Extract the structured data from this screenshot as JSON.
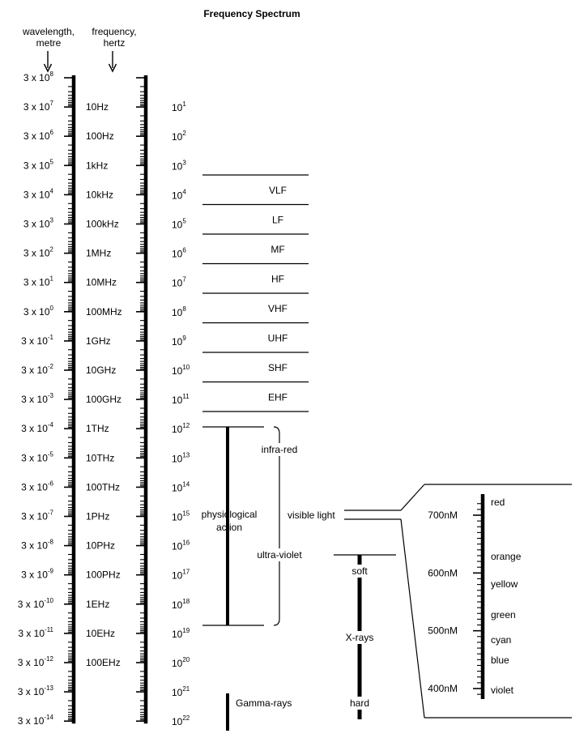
{
  "title": "Frequency Spectrum",
  "headers": {
    "wavelength": [
      "wavelength,",
      "metre"
    ],
    "frequency": [
      "frequency,",
      "hertz"
    ]
  },
  "wavelength_labels": [
    {
      "mant": "3 x 10",
      "exp": "8"
    },
    {
      "mant": "3 x 10",
      "exp": "7"
    },
    {
      "mant": "3 x 10",
      "exp": "6"
    },
    {
      "mant": "3 x 10",
      "exp": "5"
    },
    {
      "mant": "3 x 10",
      "exp": "4"
    },
    {
      "mant": "3 x 10",
      "exp": "3"
    },
    {
      "mant": "3 x 10",
      "exp": "2"
    },
    {
      "mant": "3 x 10",
      "exp": "1"
    },
    {
      "mant": "3 x 10",
      "exp": "0"
    },
    {
      "mant": "3 x 10",
      "exp": "-1"
    },
    {
      "mant": "3 x 10",
      "exp": "-2"
    },
    {
      "mant": "3 x 10",
      "exp": "-3"
    },
    {
      "mant": "3 x 10",
      "exp": "-4"
    },
    {
      "mant": "3 x 10",
      "exp": "-5"
    },
    {
      "mant": "3 x 10",
      "exp": "-6"
    },
    {
      "mant": "3 x 10",
      "exp": "-7"
    },
    {
      "mant": "3 x 10",
      "exp": "-8"
    },
    {
      "mant": "3 x 10",
      "exp": "-9"
    },
    {
      "mant": "3 x 10",
      "exp": "-10"
    },
    {
      "mant": "3 x 10",
      "exp": "-11"
    },
    {
      "mant": "3 x 10",
      "exp": "-12"
    },
    {
      "mant": "3 x 10",
      "exp": "-13"
    },
    {
      "mant": "3 x 10",
      "exp": "-14"
    }
  ],
  "frequency_names": [
    "",
    "10Hz",
    "100Hz",
    "1kHz",
    "10kHz",
    "100kHz",
    "1MHz",
    "10MHz",
    "100MHz",
    "1GHz",
    "10GHz",
    "100GHz",
    "1THz",
    "10THz",
    "100THz",
    "1PHz",
    "10PHz",
    "100PHz",
    "1EHz",
    "10EHz",
    "100EHz",
    "",
    ""
  ],
  "frequency_powers": [
    {
      "base": "",
      "exp": ""
    },
    {
      "base": "10",
      "exp": "1"
    },
    {
      "base": "10",
      "exp": "2"
    },
    {
      "base": "10",
      "exp": "3"
    },
    {
      "base": "10",
      "exp": "4"
    },
    {
      "base": "10",
      "exp": "5"
    },
    {
      "base": "10",
      "exp": "6"
    },
    {
      "base": "10",
      "exp": "7"
    },
    {
      "base": "10",
      "exp": "8"
    },
    {
      "base": "10",
      "exp": "9"
    },
    {
      "base": "10",
      "exp": "10"
    },
    {
      "base": "10",
      "exp": "11"
    },
    {
      "base": "10",
      "exp": "12"
    },
    {
      "base": "10",
      "exp": "13"
    },
    {
      "base": "10",
      "exp": "14"
    },
    {
      "base": "10",
      "exp": "15"
    },
    {
      "base": "10",
      "exp": "16"
    },
    {
      "base": "10",
      "exp": "17"
    },
    {
      "base": "10",
      "exp": "18"
    },
    {
      "base": "10",
      "exp": "19"
    },
    {
      "base": "10",
      "exp": "20"
    },
    {
      "base": "10",
      "exp": "21"
    },
    {
      "base": "10",
      "exp": "22"
    }
  ],
  "radio_bands": [
    "VLF",
    "LF",
    "MF",
    "HF",
    "VHF",
    "UHF",
    "SHF",
    "EHF"
  ],
  "regions": {
    "physiological": [
      "physiological",
      "action"
    ],
    "infrared": "infra-red",
    "visible": "visible light",
    "ultraviolet": "ultra-violet",
    "xray_soft": "soft",
    "xrays": "X-rays",
    "xray_hard": "hard",
    "gamma": "Gamma-rays"
  },
  "visible_scale": {
    "wavelengths": [
      "700nM",
      "600nM",
      "500nM",
      "400nM"
    ],
    "colors": [
      "red",
      "orange",
      "yellow",
      "green",
      "cyan",
      "blue",
      "violet"
    ]
  }
}
